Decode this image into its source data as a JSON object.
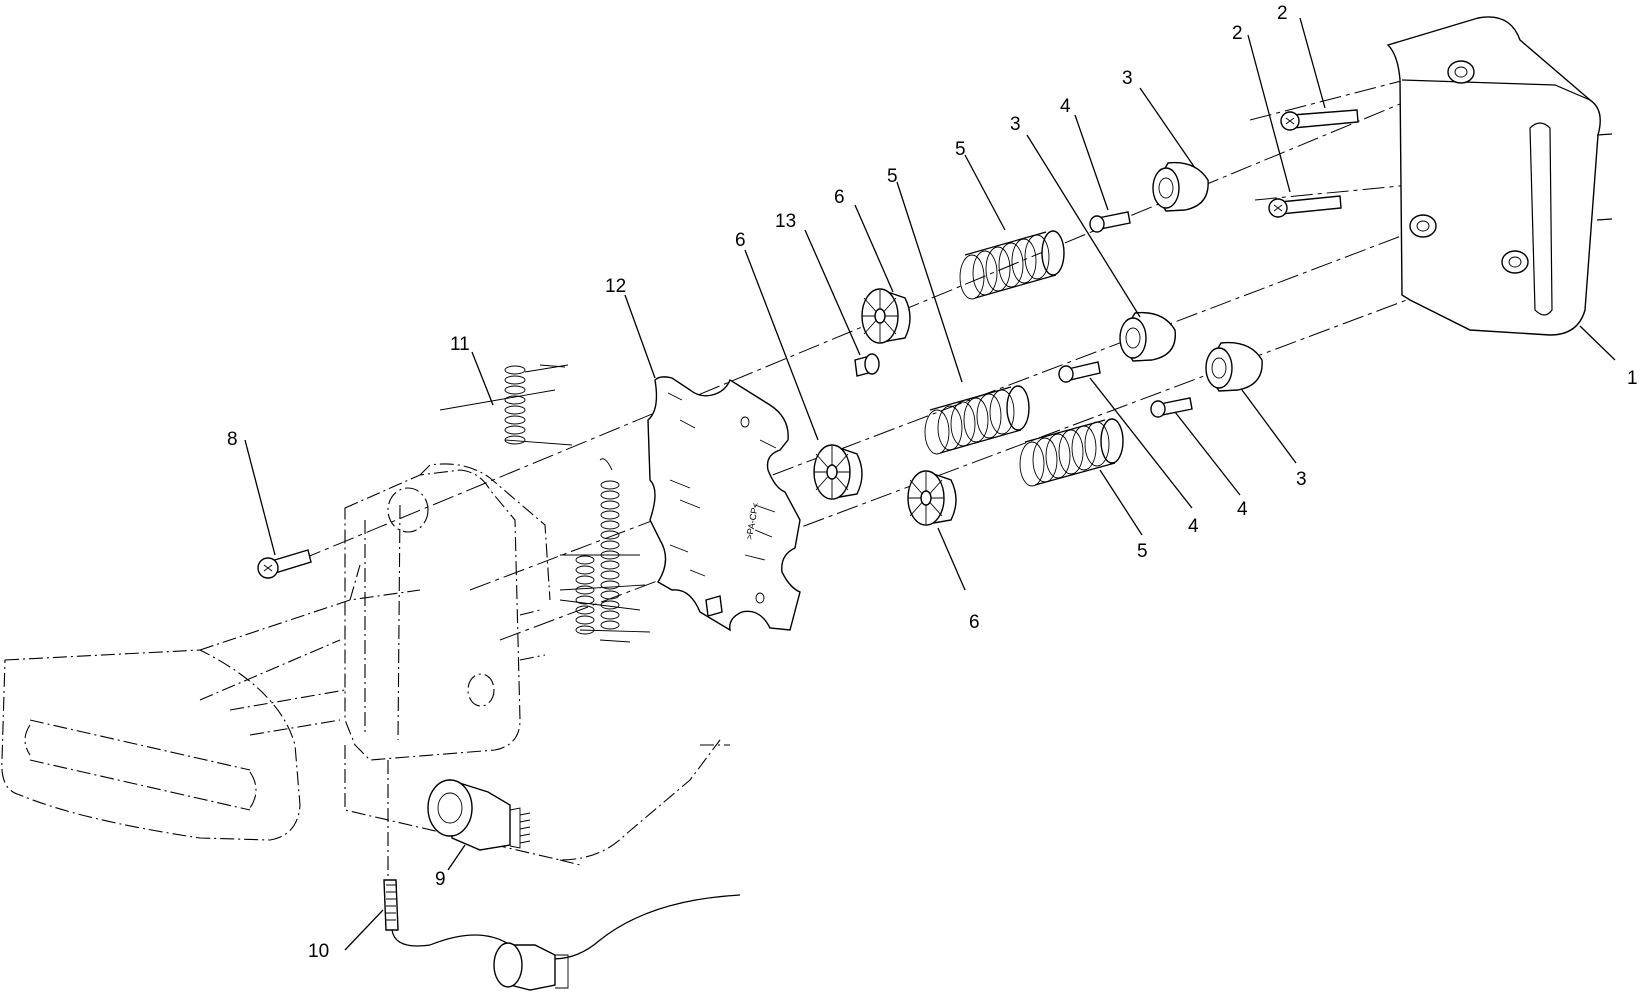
{
  "callouts": [
    {
      "id": "c1",
      "label": "1"
    },
    {
      "id": "c2a",
      "label": "2"
    },
    {
      "id": "c2b",
      "label": "2"
    },
    {
      "id": "c3a",
      "label": "3"
    },
    {
      "id": "c3b",
      "label": "3"
    },
    {
      "id": "c3c",
      "label": "3"
    },
    {
      "id": "c4a",
      "label": "4"
    },
    {
      "id": "c4b",
      "label": "4"
    },
    {
      "id": "c4c",
      "label": "4"
    },
    {
      "id": "c5a",
      "label": "5"
    },
    {
      "id": "c5b",
      "label": "5"
    },
    {
      "id": "c5c",
      "label": "5"
    },
    {
      "id": "c6a",
      "label": "6"
    },
    {
      "id": "c6b",
      "label": "6"
    },
    {
      "id": "c6c",
      "label": "6"
    },
    {
      "id": "c8",
      "label": "8"
    },
    {
      "id": "c9",
      "label": "9"
    },
    {
      "id": "c10",
      "label": "10"
    },
    {
      "id": "c11",
      "label": "11"
    },
    {
      "id": "c12",
      "label": "12"
    },
    {
      "id": "c13",
      "label": "13"
    }
  ],
  "plate_marking": ">PA-CP<"
}
